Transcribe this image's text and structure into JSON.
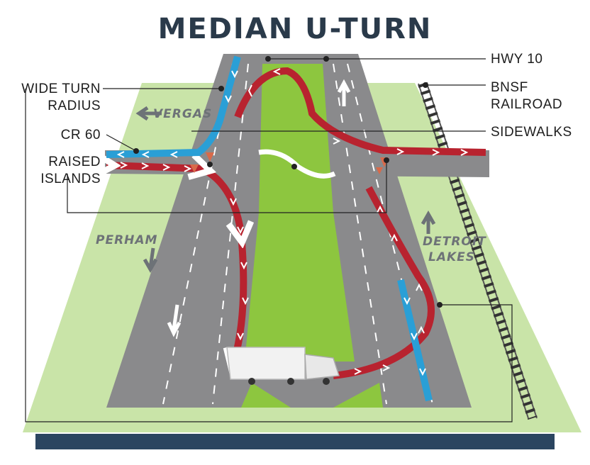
{
  "title": "MEDIAN U-TURN",
  "labels": {
    "hwy": "HWY 10",
    "railroad_1": "BNSF",
    "railroad_2": "RAILROAD",
    "sidewalks": "SIDEWALKS",
    "wide_turn_1": "WIDE TURN",
    "wide_turn_2": "RADIUS",
    "cr60": "CR 60",
    "islands_1": "RAISED",
    "islands_2": "ISLANDS"
  },
  "directions": {
    "vergas": "VERGAS",
    "perham": "PERHAM",
    "detroit_1": "DETROIT",
    "detroit_2": "LAKES"
  },
  "colors": {
    "title": "#2a3a4a",
    "ground": "#c9e4a8",
    "median": "#8dc63f",
    "road": "#8a8a8c",
    "route_red": "#b8232f",
    "route_blue": "#2a9fd6",
    "base": "#2b4560"
  }
}
